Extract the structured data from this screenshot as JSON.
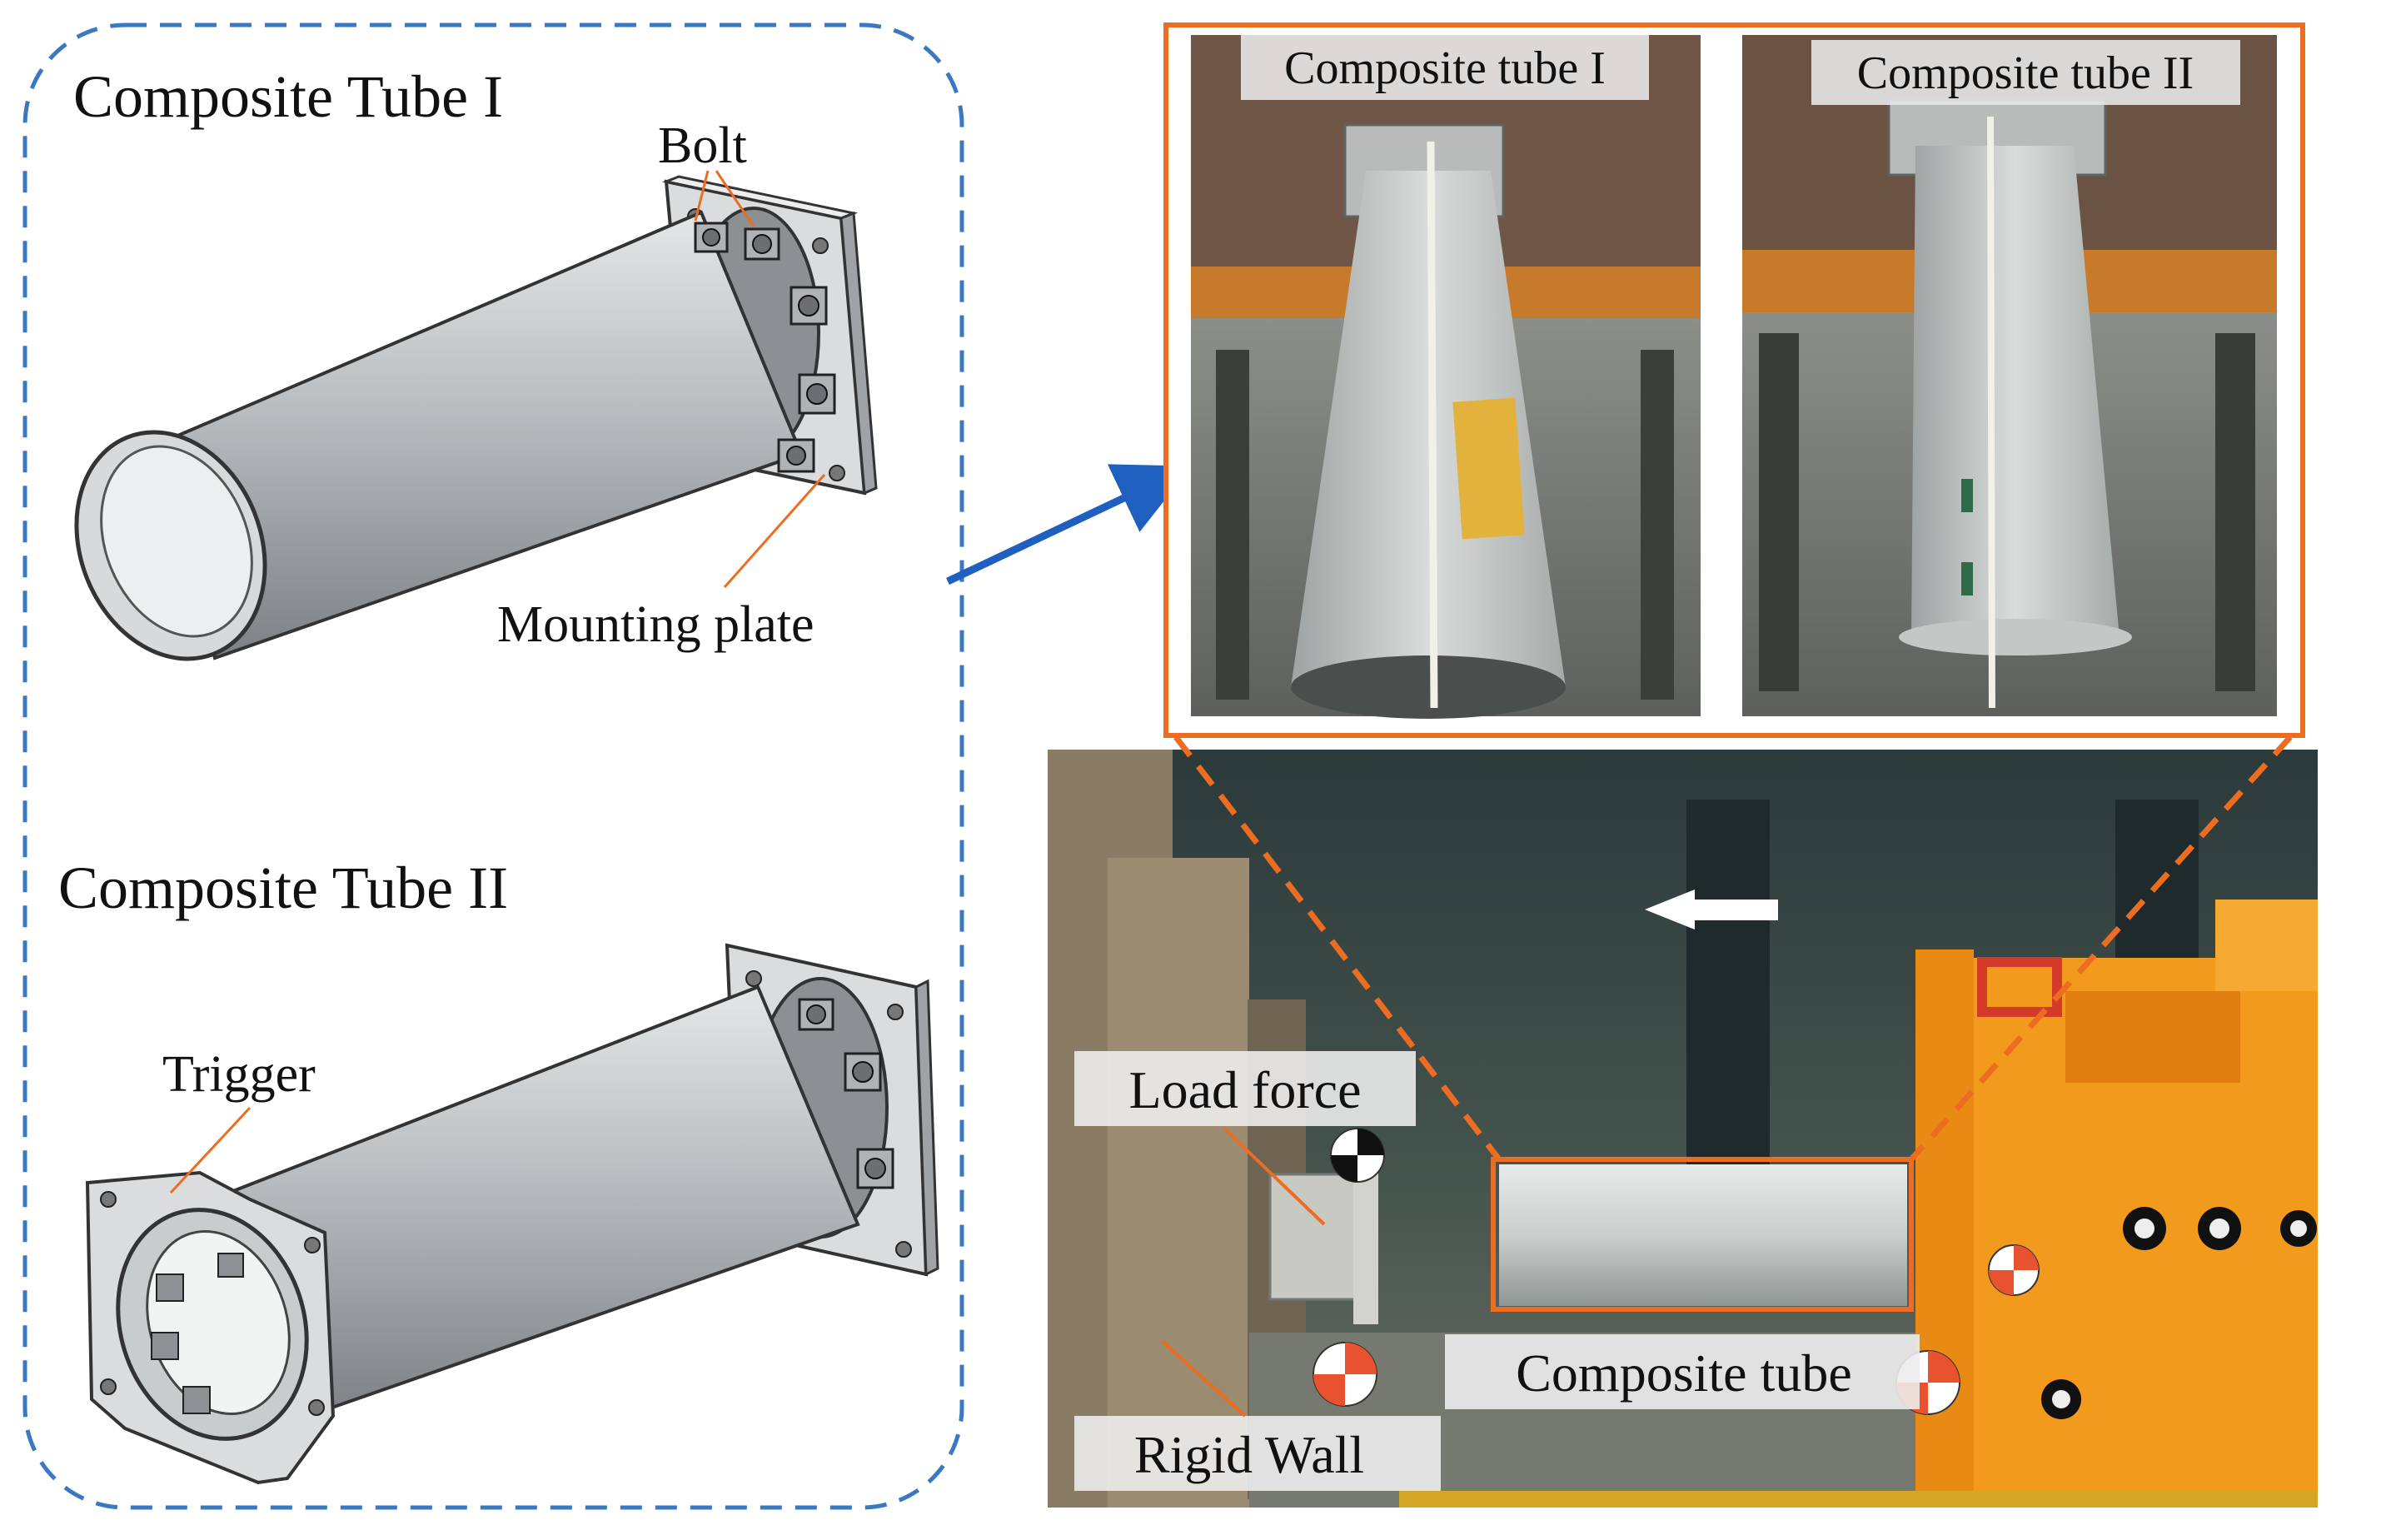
{
  "left_panel": {
    "tube1_title": "Composite Tube I",
    "tube2_title": "Composite Tube II",
    "bolt_label": "Bolt",
    "mounting_plate_label": "Mounting plate",
    "trigger_label": "Trigger"
  },
  "photos": {
    "tube1_caption": "Composite tube I",
    "tube2_caption": "Composite tube II"
  },
  "test_setup": {
    "load_force_label": "Load force",
    "composite_tube_label": "Composite tube",
    "rigid_wall_label": "Rigid Wall"
  },
  "colors": {
    "dashed_border": "#3a78c2",
    "arrow": "#1f5fbf",
    "orange_frame": "#ec6d22",
    "tube_grey": "#b9bcbe",
    "fixture_orange": "#f29a1c"
  }
}
